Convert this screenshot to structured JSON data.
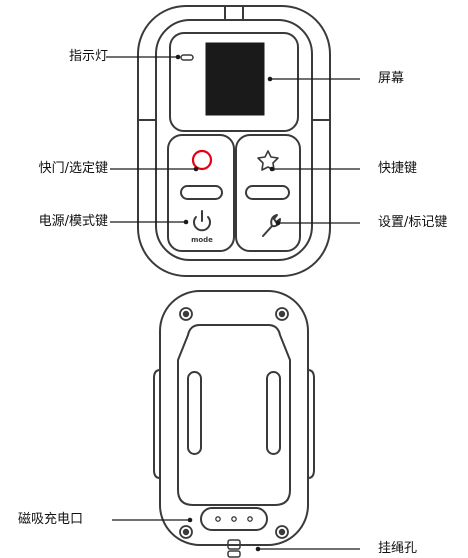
{
  "front_labels": {
    "indicator": "指示灯",
    "screen": "屏幕",
    "shutter_select": "快门/选定键",
    "quick": "快捷键",
    "power_mode": "电源/模式键",
    "settings_tag": "设置/标记键"
  },
  "back_labels": {
    "charge_port": "磁吸充电口",
    "lanyard_hole": "挂绳孔"
  },
  "button_glyphs": {
    "mode_text": "mode"
  },
  "colors": {
    "outline": "#3a3a3a",
    "shutter_red": "#e60012",
    "screen_fill": "#1a1a1a"
  }
}
